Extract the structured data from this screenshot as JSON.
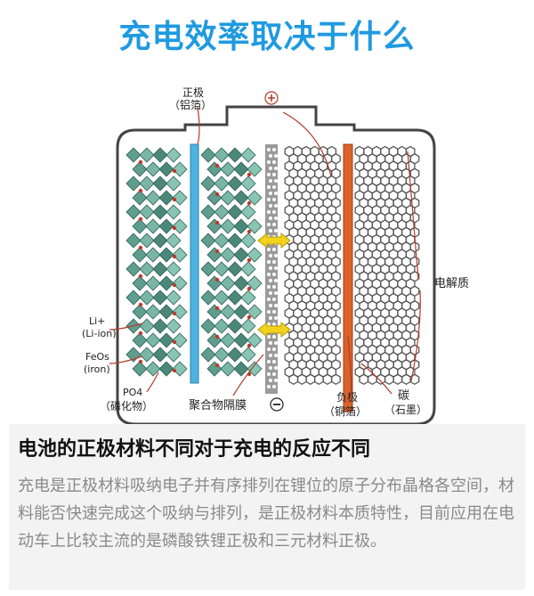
{
  "page": {
    "title": "充电效率取决于什么"
  },
  "diagram": {
    "labels": {
      "cathode_foil": [
        "正极",
        "（铝箔）"
      ],
      "plus_sign": "⊕",
      "minus_sign": "⊖",
      "li_ion": [
        "Li+",
        "(Li-ion)"
      ],
      "feos": [
        "FeOs",
        "(iron)"
      ],
      "po4": [
        "PO4",
        "（磷化物）"
      ],
      "separator": "聚合物隔膜",
      "anode_foil": [
        "负极",
        "（铜箔）"
      ],
      "carbon": [
        "碳",
        "（石墨）"
      ],
      "electrolyte": "电解质"
    },
    "colors": {
      "cathode_bar": "#4fb3e0",
      "anode_bar": "#d9622b",
      "crystal": "#5f9e8f",
      "arrow": "#f2d21c",
      "title": "#1f9ae0"
    }
  },
  "caption": {
    "heading": "电池的正极材料不同对于充电的反应不同",
    "body": "充电是正极材料吸纳电子并有序排列在锂位的原子分布晶格各空间，材料能否快速完成这个吸纳与排列，是正极材料本质特性，目前应用在电动车上比较主流的是磷酸铁锂正极和三元材料正极。"
  }
}
